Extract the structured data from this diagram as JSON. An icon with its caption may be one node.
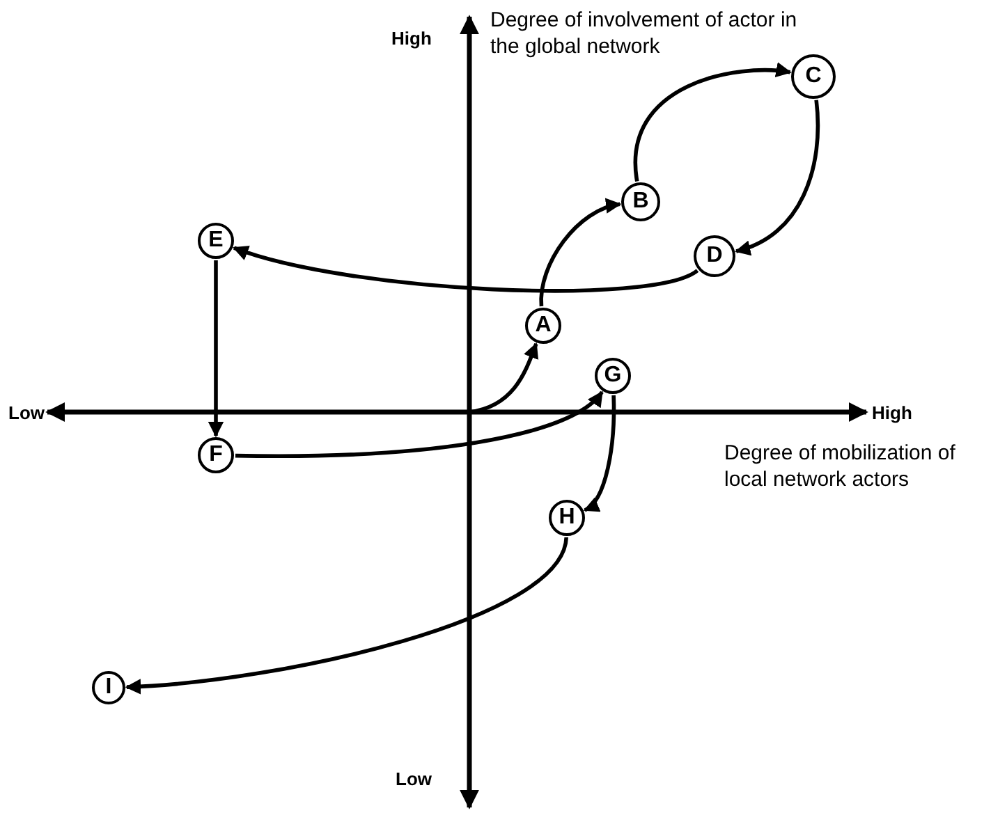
{
  "diagram": {
    "nodes": [
      {
        "text": [
          "A"
        ]
      },
      {
        "text": [
          "B"
        ]
      },
      {
        "text": [
          "C"
        ]
      },
      {
        "text": [
          "D"
        ]
      },
      {
        "text": [
          "E"
        ]
      },
      {
        "text": [
          "F"
        ]
      },
      {
        "text": [
          "G"
        ]
      },
      {
        "text": [
          "H"
        ]
      },
      {
        "text": [
          "I"
        ]
      }
    ],
    "edges": [
      {
        "from": null,
        "to": 0,
        "arrow": "to"
      },
      {
        "from": 0,
        "to": 1,
        "arrow": "to"
      },
      {
        "from": 1,
        "to": 2,
        "arrow": "to"
      },
      {
        "from": 2,
        "to": 3,
        "arrow": "to"
      },
      {
        "from": 3,
        "to": 4,
        "arrow": "to"
      },
      {
        "from": 4,
        "to": 5,
        "arrow": "to"
      },
      {
        "from": 5,
        "to": 6,
        "arrow": "to"
      },
      {
        "from": 6,
        "to": 7,
        "arrow": "to"
      },
      {
        "from": 7,
        "to": 8,
        "arrow": "to"
      }
    ],
    "labels": [
      "High",
      "Degree of involvement of actor in the global network",
      "Low",
      "High",
      "Degree of mobilization of local network actors",
      "Low"
    ]
  }
}
